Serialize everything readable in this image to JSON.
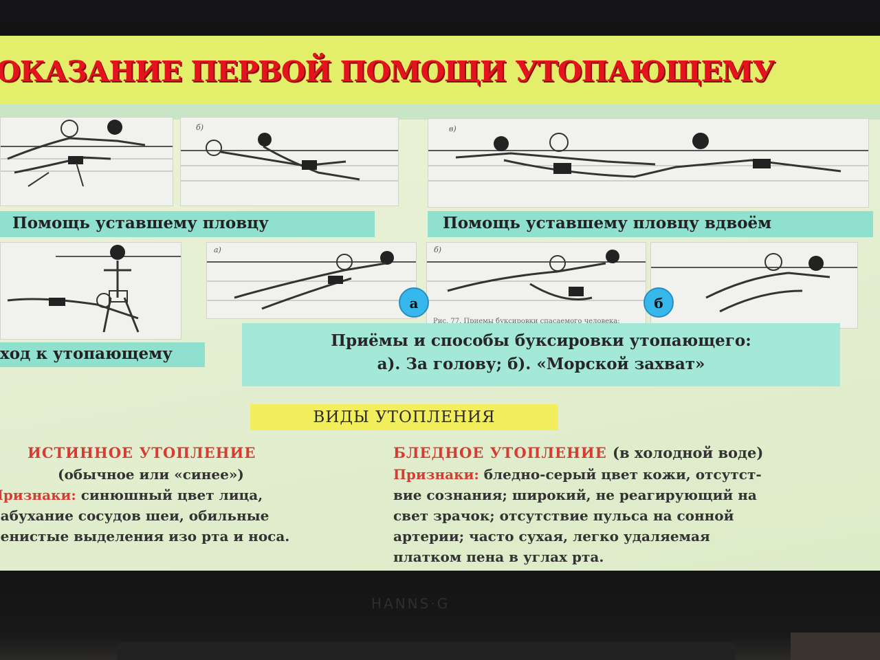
{
  "slide": {
    "title": "ОКАЗАНИЕ ПЕРВОЙ ПОМОЩИ УТОПАЮЩЕМУ",
    "captions": {
      "tired_swimmer": "Помощь уставшему пловцу",
      "tired_swimmer_pair": "Помощь уставшему пловцу вдвоём",
      "approach": "ход к утопающему"
    },
    "figure_marks": {
      "b": "б)",
      "v": "в)",
      "a2": "а)",
      "b2": "б)"
    },
    "fig_caption": "Рис. 77. Приемы буксировки спасаемого человека:",
    "markers": {
      "a": "а",
      "b": "б"
    },
    "towing": {
      "line1": "Приёмы и способы буксировки утопающего:",
      "line2": "а). За голову; б). «Морской захват»"
    },
    "drowning_types_title": "ВИДЫ УТОПЛЕНИЯ",
    "true_drowning": {
      "title": "ИСТИННОЕ УТОПЛЕНИЕ",
      "subtitle": "(обычное или «синее»)",
      "signs_label": "Признаки:",
      "line1": "синюшный цвет лица,",
      "line2": "набухание сосудов шеи, обильные",
      "line3": "пенистые выделения изо рта и носа."
    },
    "pale_drowning": {
      "title": "БЛЕДНОЕ УТОПЛЕНИЕ",
      "title_note": "(в холодной воде)",
      "signs_label": "Признаки:",
      "line1": "бледно-серый цвет кожи, отсутст-",
      "line2": "вие сознания; широкий, не реагирующий на",
      "line3": "свет зрачок; отсутствие пульса на сонной",
      "line4": "артерии; часто сухая, легко удаляемая",
      "line5": "платком пена в углах рта."
    }
  },
  "monitor": {
    "brand": "HANNS·G"
  },
  "colors": {
    "title_red": "#e4141e",
    "title_band": "#e3ee6a",
    "caption_teal": "#8fe0cf",
    "marker_blue": "#36b8ec",
    "types_yellow": "#f3ee5e",
    "accent_red": "#d73c32"
  }
}
